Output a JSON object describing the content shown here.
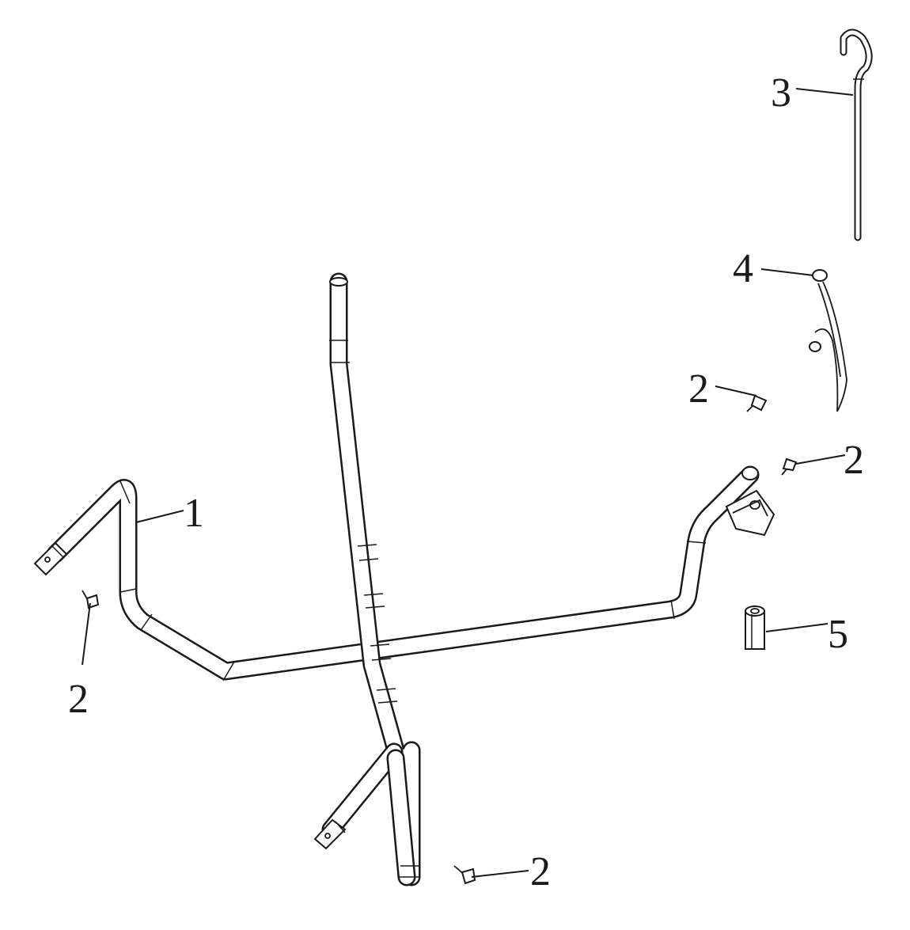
{
  "callouts": [
    {
      "id": "main-frame",
      "label": "1"
    },
    {
      "id": "bolt-left",
      "label": "2"
    },
    {
      "id": "bolt-bottom",
      "label": "2"
    },
    {
      "id": "bolt-upper-right",
      "label": "2"
    },
    {
      "id": "bolt-right",
      "label": "2"
    },
    {
      "id": "hook-rod",
      "label": "3"
    },
    {
      "id": "spring-clip",
      "label": "4"
    },
    {
      "id": "spacer",
      "label": "5"
    }
  ]
}
